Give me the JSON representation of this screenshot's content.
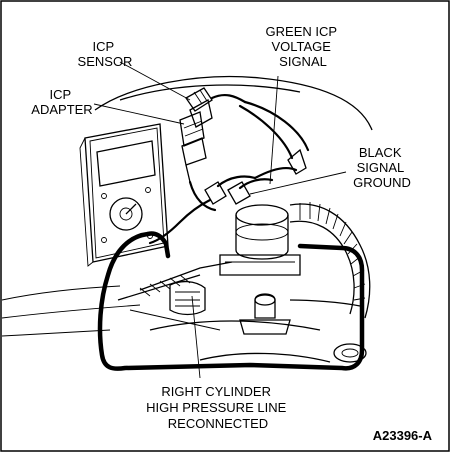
{
  "labels": {
    "icp_sensor": [
      "ICP",
      "SENSOR"
    ],
    "icp_adapter": [
      "ICP",
      "ADAPTER"
    ],
    "green_icp": [
      "GREEN ICP",
      "VOLTAGE",
      "SIGNAL"
    ],
    "black_signal": [
      "BLACK",
      "SIGNAL",
      "GROUND"
    ],
    "right_cylinder": [
      "RIGHT CYLINDER",
      "HIGH PRESSURE LINE",
      "RECONNECTED"
    ]
  },
  "figure_id": "A23396-A"
}
